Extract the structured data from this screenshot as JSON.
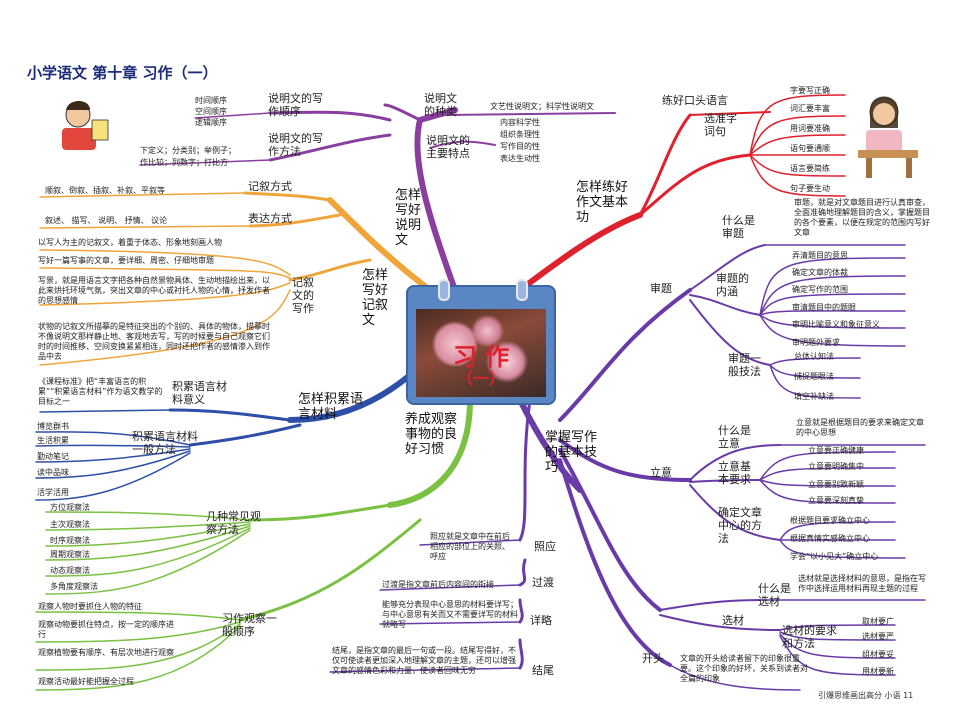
{
  "page": {
    "title": "小学语文   第十章  习作（一）",
    "footer": "引爆思维画出高分  小语  11"
  },
  "center": {
    "line1": "习 作",
    "line2": "（一）"
  },
  "left": {
    "expo": {
      "main": "怎样写好说明文",
      "types_label": "说明文的种类",
      "types": "文艺性说明文；科学性说明文",
      "features_label": "说明文的主要特点",
      "features": [
        "内容科学性",
        "组织条理性",
        "写作目的性",
        "表达生动性"
      ],
      "order_label": "说明文的写作顺序",
      "orders": [
        "时间顺序",
        "空间顺序",
        "逻辑顺序"
      ],
      "method_label": "说明文的写作方法",
      "methods": [
        "下定义；分类别；举例子；",
        "作比较；列数字；打比方"
      ]
    },
    "narr": {
      "main": "怎样写好记叙文",
      "ways_label": "记叙方式",
      "ways": "顺叙、倒叙、插叙、补叙、平叙等",
      "expr_label": "表达方式",
      "expr": "叙述、 描写、 说明、 抒情、 议论",
      "write_label": "记叙文的写作",
      "write": [
        "以写人为主的记叙文，着重于体态、形象地刻画人物",
        "写好一篇写事的文章，要详细、周密、仔细地审题",
        "写景，就是用语言文字把各种自然景物具体、生动地描绘出来，以此来烘托环境气氛，突出文章的中心或衬托人物的心情，抒发作者的思想感情",
        "状物的记叙文所描摹的是特征突出的个别的、具体的物体，描摹时不像说明文那样静止地、客观地去写，写的时候要与自己观察它们时的时间推移、空间变换紧紧相连，同时还把作者的感情渗入到作品中去"
      ]
    },
    "acc": {
      "main": "怎样积累语言材料",
      "meaning_label": "积累语言材料意义",
      "meaning": "《课程标准》把“丰富语言的积累”“积累语言材料”作为语文教学的目标之一",
      "methods_label": "积累语言材料一般方法",
      "methods": [
        "博览群书",
        "生活积累",
        "勤动笔记",
        "读中品味",
        "活学活用"
      ]
    },
    "obs": {
      "main": "养成观察事物的良好习惯",
      "types_label": "几种常见观察方法",
      "types": [
        "方位观察法",
        "主次观察法",
        "时序观察法",
        "周期观察法",
        "动态观察法",
        "多角度观察法"
      ],
      "order_label": "习作观察一般顺序",
      "orders": [
        "观察人物时要抓住人物的特征",
        "观察动物要抓住特点，按一定的顺序进行",
        "观察植物要有顺序、有层次地进行观察",
        "观察活动最好能把握全过程"
      ]
    }
  },
  "right": {
    "basic": {
      "main": "怎样练好作文基本功",
      "oral": "练好口头语言",
      "words_label": "选准字词句",
      "words": [
        "字要写正确",
        "词汇要丰富",
        "用词要准确",
        "语句要通顺",
        "语言要简练",
        "句子要生动"
      ]
    },
    "skill": {
      "main": "掌握写作的基本技巧",
      "shenti": "审题",
      "what_label": "什么是审题",
      "what": "审题，就是对文章题目进行认真审查，全面准确地理解题目的含义，掌握题目的各个要素，以便在规定的范围内写好文章",
      "content_label": "审题的内涵",
      "contents": [
        "弄清题目的意思",
        "确定文章的体裁",
        "确定写作的范围",
        "审清题目中的题眼",
        "审明比喻意义和象征意义",
        "审明题外要求"
      ],
      "general_label": "审题一般技法",
      "generals": [
        "总体认知法",
        "捕捉题眼法",
        "填空补缺法"
      ],
      "liyi": "立意",
      "ly_what_label": "什么是立意",
      "ly_what": "立意就是根据题目的要求来确定文章的中心思想",
      "ly_basic_label": "立意基本要求",
      "ly_basic": [
        "立意要正确健康",
        "立意要明确集中",
        "立意要别致新颖",
        "立意要深刻真挚"
      ],
      "ly_center_label": "确定文章中心的方法",
      "ly_center": [
        "根据题目要求确立中心",
        "根据真情实感确立中心",
        "学会“以小见大”确立中心"
      ],
      "xuancai": "选材",
      "xc_what_label": "什么是选材",
      "xc_what": "选材就是选择材料的意思，是指在写作中选择运用材料再现主题的过程",
      "xc_req_label": "选材的要求和方法",
      "xc_req": [
        "取材要广",
        "选材要严",
        "组材要妥",
        "用材要新"
      ],
      "kaitou": "开头",
      "kaitou_text": "文章的开头给读者留下的印象很重要。这个印象的好坏，关系到读者对全篇的印象",
      "zhaoying": "照应",
      "zhaoying_text": "照应就是文章中在前后相应的部位上的关照、呼应",
      "guodu": "过渡",
      "guodu_text": "过渡是指文章前后内容间的衔接",
      "xianglue": "详略",
      "xianglue_text": "能够充分表现中心意思的材料要详写；与中心意思有关而又不需要详写的材料就略写",
      "jiewei": "结尾",
      "jiewei_text": "结尾，是指文章的最后一句或一段。结尾写得好，不仅可使读者更加深入地理解文章的主题，还可以增强文章的感情色彩和力量，使读者回味无穷"
    }
  },
  "colors": {
    "purple": "#8a3fa0",
    "orange": "#f0a53a",
    "blue": "#2d4fa8",
    "green": "#7ac142",
    "red": "#e0202c",
    "violet": "#6a3aa8"
  }
}
